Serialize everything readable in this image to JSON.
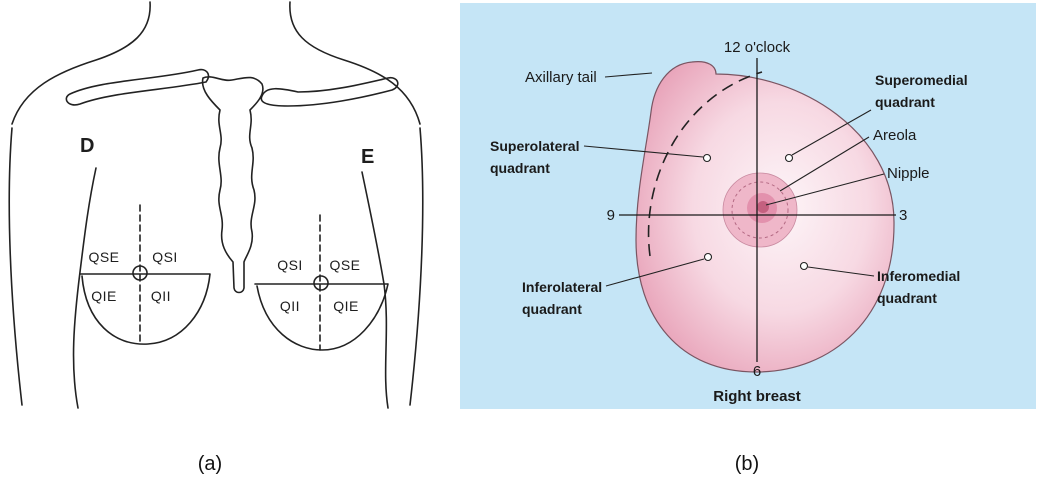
{
  "panel_a": {
    "caption": "(a)",
    "side_label_left": "D",
    "side_label_right": "E",
    "left_breast_quadrants": {
      "upper_outer": "QSE",
      "upper_inner": "QSI",
      "lower_outer": "QIE",
      "lower_inner": "QII"
    },
    "right_breast_quadrants": {
      "upper_inner": "QSI",
      "upper_outer": "QSE",
      "lower_inner": "QII",
      "lower_outer": "QIE"
    }
  },
  "panel_b": {
    "caption": "(b)",
    "title": "Right breast",
    "clock_positions": {
      "top": "12 o'clock",
      "left": "9",
      "right": "3",
      "bottom": "6"
    },
    "labels": {
      "axillary_tail": "Axillary tail",
      "areola": "Areola",
      "nipple": "Nipple",
      "superomedial": [
        "Superomedial",
        "quadrant"
      ],
      "superolateral": [
        "Superolateral",
        "quadrant"
      ],
      "inferolateral": [
        "Inferolateral",
        "quadrant"
      ],
      "inferomedial": [
        "Inferomedial",
        "quadrant"
      ]
    },
    "colors": {
      "background": "#c5e5f6",
      "breast_center": "#fdf5f8",
      "breast_edge": "#e8a3b9",
      "areola": "#efb7c9"
    }
  }
}
